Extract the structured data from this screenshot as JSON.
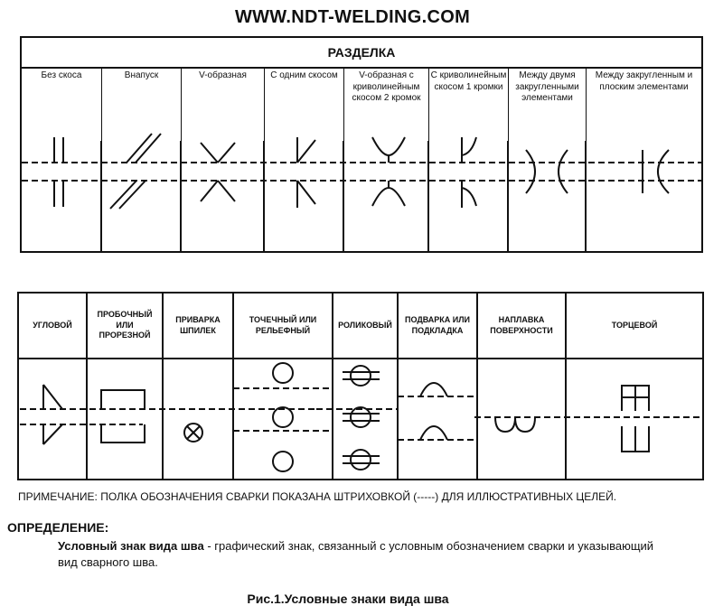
{
  "site_url": "WWW.NDT-WELDING.COM",
  "groove_table": {
    "title": "РАЗДЕЛКА",
    "columns": [
      {
        "label": "Без скоса"
      },
      {
        "label": "Внапуск"
      },
      {
        "label": "V-образная"
      },
      {
        "label": "С одним скосом"
      },
      {
        "label": "V-образная с криволинейным скосом 2 кромок"
      },
      {
        "label": "С криволинейным скосом 1 кромки"
      },
      {
        "label": "Между двумя закругленными элементами"
      },
      {
        "label": "Между закругленным и плоским элементами"
      }
    ]
  },
  "weld_table": {
    "columns": [
      {
        "label": "УГЛОВОЙ"
      },
      {
        "label": "ПРОБОЧНЫЙ ИЛИ ПРОРЕЗНОЙ"
      },
      {
        "label": "ПРИВАРКА ШПИЛЕК"
      },
      {
        "label": "ТОЧЕЧНЫЙ ИЛИ РЕЛЬЕФНЫЙ"
      },
      {
        "label": "РОЛИКОВЫЙ"
      },
      {
        "label": "ПОДВАРКА ИЛИ ПОДКЛАДКА"
      },
      {
        "label": "НАПЛАВКА ПОВЕРХНОСТИ"
      },
      {
        "label": "ТОРЦЕВОЙ"
      }
    ]
  },
  "note": "ПРИМЕЧАНИЕ: ПОЛКА ОБОЗНАЧЕНИЯ СВАРКИ ПОКАЗАНА ШТРИХОВКОЙ (-----) ДЛЯ ИЛЛЮСТРАТИВНЫХ ЦЕЛЕЙ.",
  "definition": {
    "label": "ОПРЕДЕЛЕНИЕ:",
    "term": "Условный знак вида шва",
    "text": " - графический знак, связанный с условным обозначением сварки и указывающий вид сварного шва."
  },
  "figure_caption": "Рис.1.Условные знаки вида шва"
}
